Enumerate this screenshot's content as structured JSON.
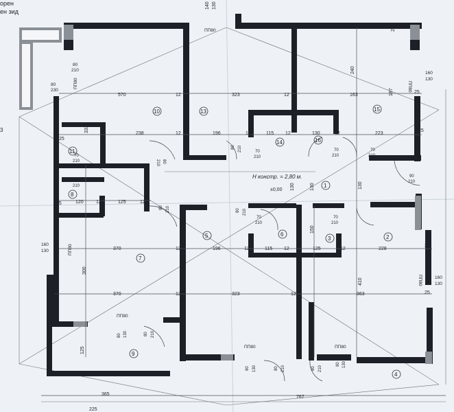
{
  "edge_labels": {
    "top_left_1": "орен",
    "top_left_2": "ен зид",
    "left_mark": "3"
  },
  "top_dims": {
    "a": "140",
    "b": "130",
    "c": "25"
  },
  "windows": [
    "ПП80",
    "ПП80",
    "ПП80",
    "ПП80",
    "ПП80",
    "ПП80",
    "ПП80"
  ],
  "window_sizes": {
    "w1": "80",
    "w2": "210",
    "w3": "80",
    "w4": "230",
    "w5": "160",
    "w6": "130",
    "w7": "160",
    "w8": "130",
    "w9": "160",
    "w10": "130"
  },
  "row1_dims": [
    "570",
    "12",
    "323",
    "12",
    "163",
    "25",
    "187"
  ],
  "row2_dims": [
    "238",
    "12",
    "196",
    "12",
    "115",
    "12",
    "130",
    "12",
    "223",
    "25"
  ],
  "row3_dims": [
    "120",
    "12",
    "125",
    "12"
  ],
  "row4_dims": [
    "370",
    "12",
    "196",
    "12",
    "115",
    "12",
    "125",
    "12",
    "228",
    "25"
  ],
  "row5_dims": [
    "370",
    "12",
    "323",
    "12",
    "363",
    "25"
  ],
  "bottom_dims": {
    "a": "365",
    "b": "767",
    "c": "225"
  },
  "vertical_dims": [
    "240",
    "130",
    "150",
    "130",
    "410",
    "300",
    "130",
    "125",
    "25",
    "25",
    "25",
    "333",
    "25"
  ],
  "height_note": "H констр. = 2,80 м.",
  "level": "±0,00",
  "rooms": [
    "1",
    "2",
    "3",
    "4",
    "5",
    "6",
    "7",
    "8",
    "9",
    "10",
    "11",
    "13",
    "14",
    "15",
    "16"
  ],
  "doors": [
    {
      "w": "80",
      "h": "210"
    },
    {
      "w": "80",
      "h": "210"
    },
    {
      "w": "70",
      "h": "210"
    },
    {
      "w": "70",
      "h": "210"
    },
    {
      "w": "70",
      "h": "210"
    },
    {
      "w": "90",
      "h": "210"
    },
    {
      "w": "70",
      "h": "210"
    },
    {
      "w": "70",
      "h": "210"
    },
    {
      "w": "80",
      "h": "210"
    },
    {
      "w": "70",
      "h": "210"
    },
    {
      "w": "70",
      "h": "210"
    },
    {
      "w": "80",
      "h": "210"
    },
    {
      "w": "80",
      "h": "210"
    },
    {
      "w": "80",
      "h": "130"
    },
    {
      "w": "80",
      "h": "210"
    },
    {
      "w": "80",
      "h": "130"
    },
    {
      "w": "80",
      "h": "210"
    },
    {
      "w": "80",
      "h": "130"
    }
  ]
}
